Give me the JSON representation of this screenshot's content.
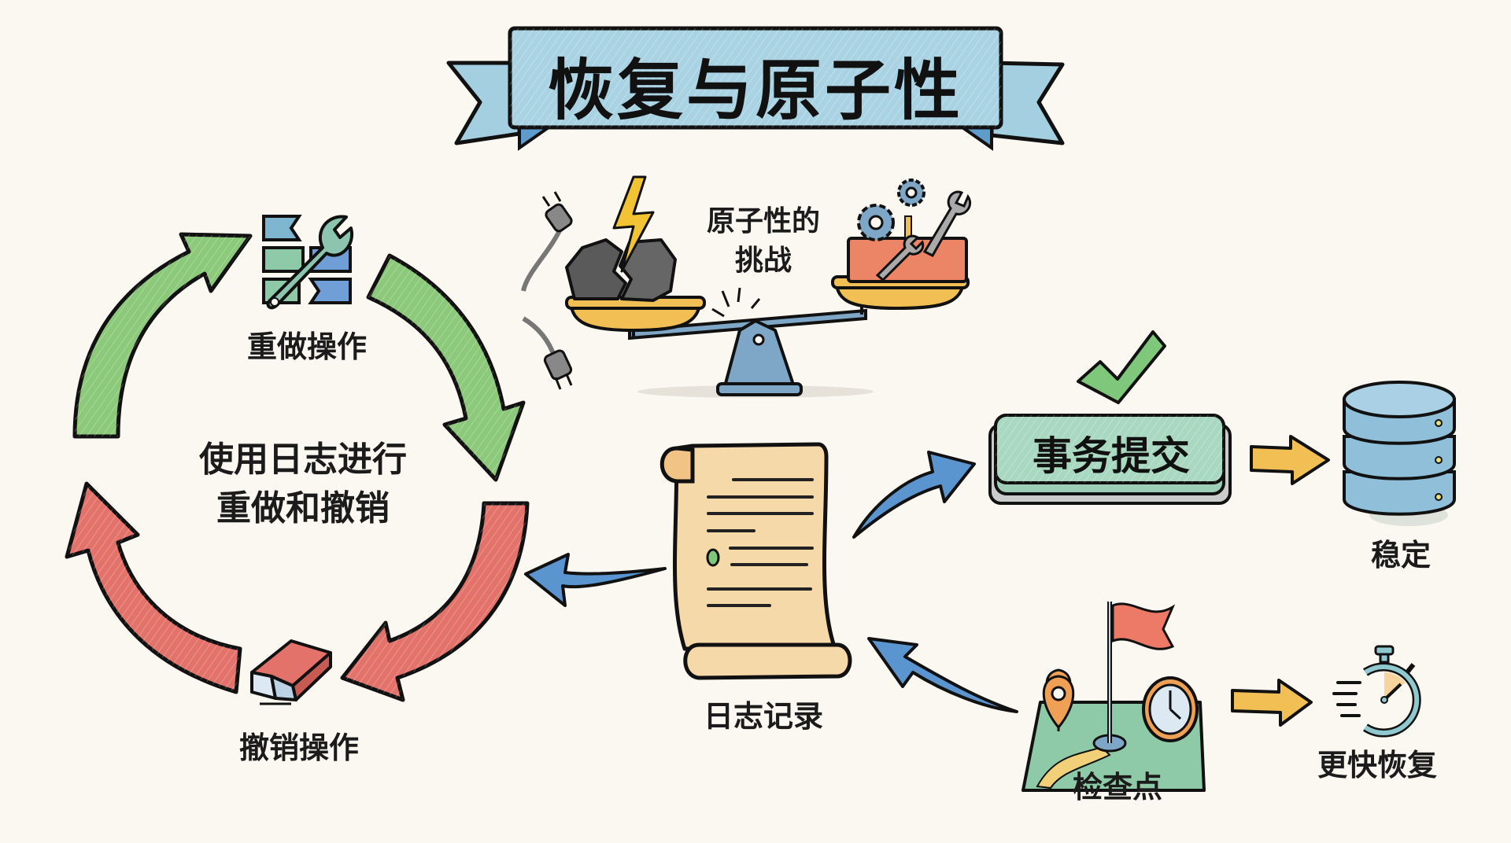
{
  "title": "恢复与原子性",
  "challenge": {
    "label_line1": "原子性的",
    "label_line2": "挑战",
    "icon_left": "broken-rock-icon",
    "icon_right": "toolbox-icon"
  },
  "cycle": {
    "center_line1": "使用日志进行",
    "center_line2": "重做和撤销",
    "redo_label": "重做操作",
    "undo_label": "撤销操作"
  },
  "log": {
    "label": "日志记录"
  },
  "commit": {
    "label": "事务提交"
  },
  "stable": {
    "label": "稳定"
  },
  "checkpoint": {
    "label": "检查点"
  },
  "faster": {
    "label": "更快恢复"
  },
  "colors": {
    "background": "#fbf8f1",
    "banner": "#a9d3e3",
    "green": "#8cc97a",
    "red": "#e3726a",
    "blue_arrow": "#5b95cf",
    "yellow_arrow": "#f2bf55",
    "commit_box": "#a9d8c0",
    "scroll": "#f6d9a8",
    "database": "#8fbfd9"
  }
}
